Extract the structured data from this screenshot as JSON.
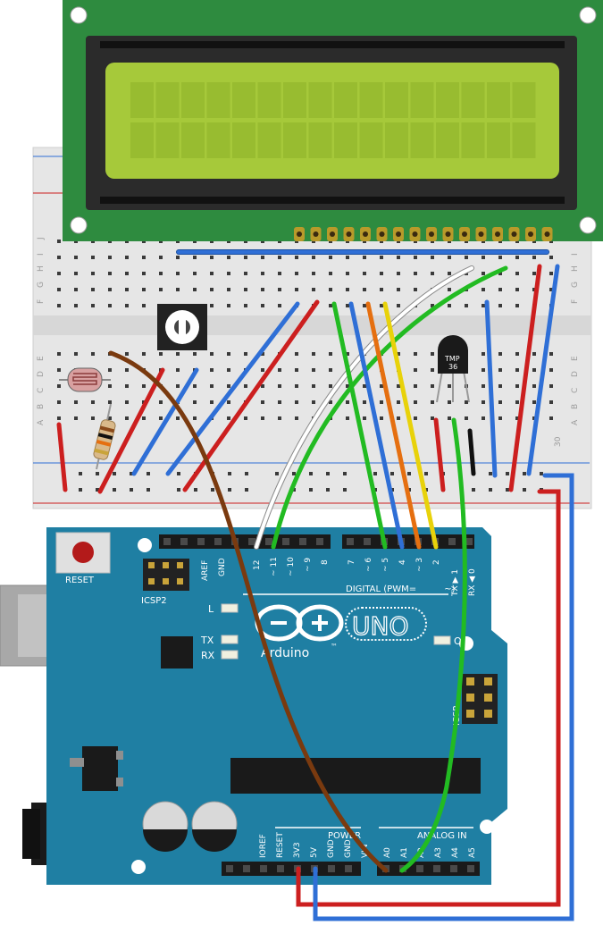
{
  "breadboard": {
    "row_letters_top": [
      "J",
      "I",
      "H",
      "G",
      "F"
    ],
    "row_letters_bottom": [
      "E",
      "D",
      "C",
      "B",
      "A"
    ],
    "column_number_label": "30"
  },
  "sensor": {
    "label_line1": "TMP",
    "label_line2": "36"
  },
  "arduino": {
    "reset_label": "RESET",
    "icsp2_label": "ICSP2",
    "icsp_label": "ICSP",
    "led_l": "L",
    "led_tx": "TX",
    "led_rx": "RX",
    "led_on": "ON",
    "brand": "Arduino",
    "model": "UNO",
    "trademark": "™",
    "digital_label": "DIGITAL (PWM= ",
    "pwm_symbol": "~",
    "digital_close": ")",
    "digital_pins": [
      "AREF",
      "GND",
      "12",
      "~ 11",
      "~ 10",
      "~ 9",
      "8",
      "7",
      "~ 6",
      "~ 5",
      "4",
      "~ 3",
      "2",
      "TX ▶ 1",
      "RX ◀ 0"
    ],
    "power_label": "POWER",
    "analog_label": "ANALOG IN",
    "power_pins": [
      "IOREF",
      "RESET",
      "3V3",
      "5V",
      "GND",
      "GND",
      "VIN"
    ],
    "analog_pins": [
      "A0",
      "A1",
      "A2",
      "A3",
      "A4",
      "A5"
    ]
  },
  "colors": {
    "lcd_pcb": "#2e8b3f",
    "lcd_frame": "#2b2b2b",
    "lcd_screen": "#a6c93a",
    "board": "#1f7fa3",
    "breadboard": "#e6e6e6",
    "wire_red": "#cc1f1f",
    "wire_blue": "#2f6fd6",
    "wire_green": "#22bb22",
    "wire_orange": "#e56f10",
    "wire_yellow": "#f2e010",
    "wire_white": "#ffffff",
    "wire_black": "#111111",
    "wire_brown": "#7a3a0f"
  }
}
